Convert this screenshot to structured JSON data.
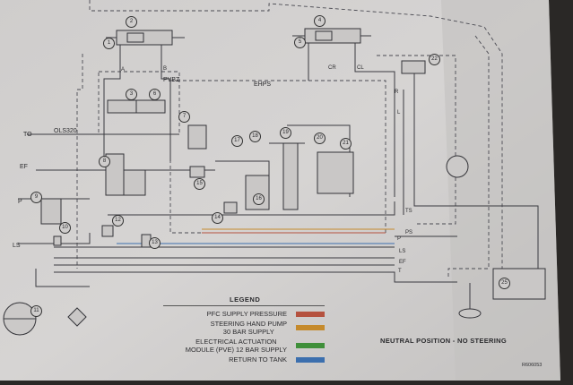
{
  "diagram": {
    "labels": {
      "pvbz": "PVBZ",
      "ehps": "EHPS",
      "ols": "OLS320",
      "to": "TO",
      "ef_left": "EF",
      "p_left": "P",
      "ls_left": "LS",
      "a": "A",
      "b": "B",
      "cr": "CR",
      "cl": "CL",
      "r": "R",
      "l": "L",
      "ts": "TS",
      "ps": "PS",
      "p_right": "P",
      "ls_right": "LS",
      "ef_right": "EF",
      "t_right": "T",
      "ref": "R606053"
    },
    "components": [
      "1",
      "2",
      "3",
      "4",
      "5",
      "6",
      "7",
      "8",
      "9",
      "10",
      "11",
      "12",
      "13",
      "14",
      "15",
      "16",
      "17",
      "18",
      "19",
      "20",
      "21",
      "22",
      "25"
    ],
    "status": "NEUTRAL POSITION - NO STEERING"
  },
  "legend": {
    "title": "LEGEND",
    "items": [
      {
        "text": "PFC SUPPLY PRESSURE",
        "color": "#b5523f"
      },
      {
        "text": "STEERING HAND PUMP\n30 BAR SUPPLY",
        "color": "#c58a2c"
      },
      {
        "text": "ELECTRICAL ACTUATION\nMODULE (PVE) 12 BAR SUPPLY",
        "color": "#3f8f3a"
      },
      {
        "text": "RETURN TO TANK",
        "color": "#3c6fae"
      }
    ]
  },
  "colors": {
    "paper": "#d3d1d0",
    "line": "#3a3a40",
    "supply": "#b5523f",
    "hand_pump": "#c58a2c",
    "pve": "#3f8f3a",
    "tank": "#3c6fae"
  }
}
